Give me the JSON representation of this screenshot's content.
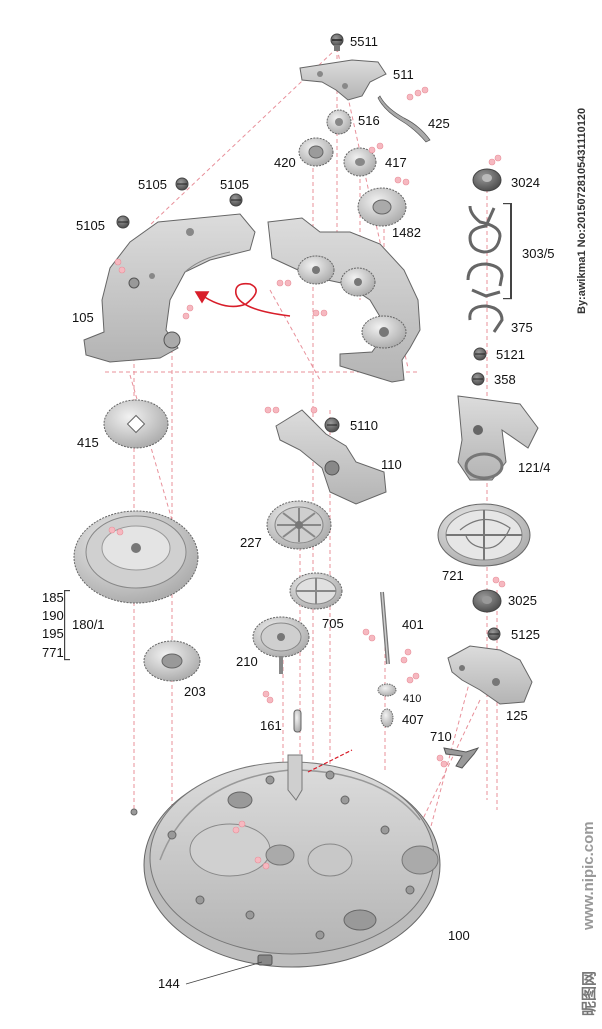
{
  "labels": {
    "l5511": "5511",
    "l511": "511",
    "l516": "516",
    "l425": "425",
    "l420": "420",
    "l417": "417",
    "l3024": "3024",
    "l5105a": "5105",
    "l5105b": "5105",
    "l5105c": "5105",
    "l1482": "1482",
    "l3035": "303/5",
    "l105": "105",
    "l375": "375",
    "l5121": "5121",
    "l358": "358",
    "l5110": "5110",
    "l415": "415",
    "l110": "110",
    "l1214": "121/4",
    "l227": "227",
    "l721": "721",
    "l705": "705",
    "l3025": "3025",
    "l401": "401",
    "l5125": "5125",
    "l185": "185",
    "l190": "190",
    "l195": "195",
    "l771": "771",
    "l1801": "180/1",
    "l210": "210",
    "l410": "410",
    "l203": "203",
    "l407": "407",
    "l125": "125",
    "l161": "161",
    "l710": "710",
    "l100": "100",
    "l144": "144"
  },
  "credit": "By:awikma1 No:20150728105431110120",
  "watermark": "www.nipic.com",
  "watermark_logo": "昵图网",
  "colors": {
    "part_fill": "#d9d9d9",
    "part_stroke": "#6b6b6b",
    "guide_line": "#e8909a",
    "arrow": "#d81e2a"
  }
}
